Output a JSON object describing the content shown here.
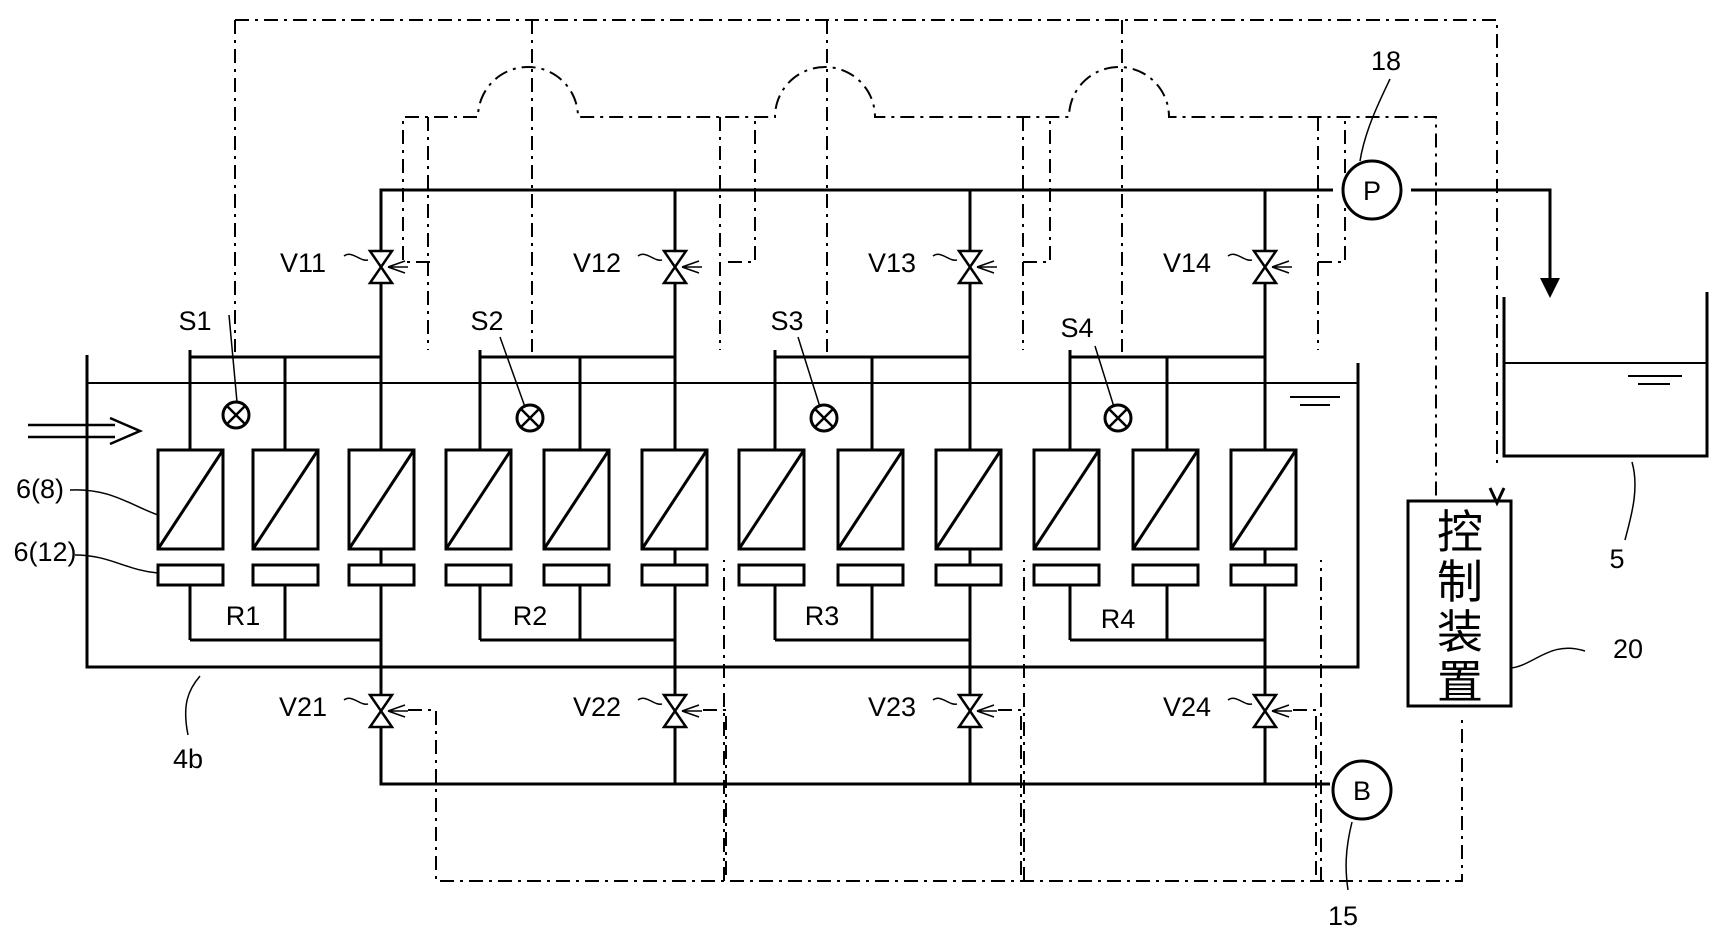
{
  "labels": {
    "membrane_unit": "6(8)",
    "diffuser": "6(12)",
    "tank": "4b",
    "tank_right": "5",
    "pump_id": "18",
    "blower_id": "15",
    "controller_id": "20",
    "pump_symbol": "P",
    "blower_symbol": "B"
  },
  "controller": {
    "chars": [
      "控",
      "制",
      "装",
      "置"
    ]
  },
  "upper_valves": [
    "V11",
    "V12",
    "V13",
    "V14"
  ],
  "lower_valves": [
    "V21",
    "V22",
    "V23",
    "V24"
  ],
  "sensors": [
    "S1",
    "S2",
    "S3",
    "S4"
  ],
  "rows": [
    "R1",
    "R2",
    "R3",
    "R4"
  ]
}
